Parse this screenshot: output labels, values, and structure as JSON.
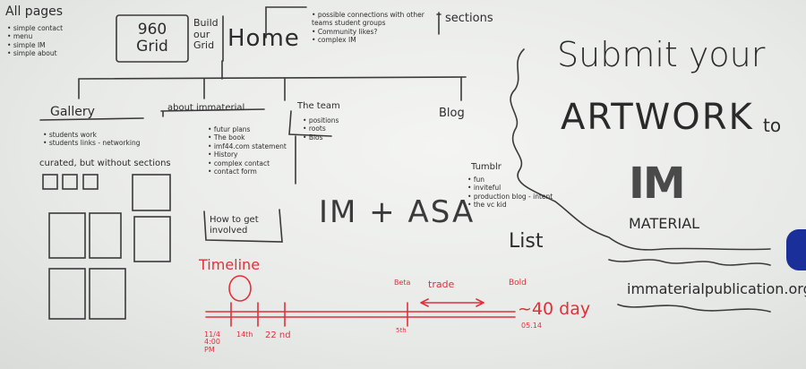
{
  "all_pages": {
    "title": "All pages",
    "items": [
      "simple contact",
      "menu",
      "simple IM",
      "simple about"
    ]
  },
  "grid_960": "960 Grid",
  "build_grid": "Build our Grid",
  "home": "Home",
  "home_notes": {
    "items": [
      "possible connections with other teams student groups",
      "Community likes?",
      "complex IM"
    ],
    "sections_label": "sections"
  },
  "gallery": {
    "title": "Gallery",
    "items": [
      "students work",
      "students links - networking"
    ],
    "curated": "curated, but without sections"
  },
  "about": {
    "title": "about immaterial",
    "items": [
      "futur plans",
      "The book",
      "imf44.com statement",
      "History",
      "complex contact",
      "contact form"
    ],
    "involved": "How to get involved"
  },
  "team": {
    "title": "The team",
    "items": [
      "positions",
      "roots",
      "Bios"
    ]
  },
  "blog": {
    "title": "Blog",
    "tumblr_title": "Tumblr",
    "tumblr_items": [
      "fun",
      "inviteful",
      "production blog - intent",
      "the vc kid"
    ],
    "list": "List"
  },
  "im_asa": "IM + ASA",
  "timeline": {
    "title": "Timeline",
    "day_label": "~40 day",
    "day_sub": "05.14",
    "bold": "Bold",
    "trade": "trade",
    "beta": "Beta",
    "marks": [
      "11/4 4:00 PM",
      "14th",
      "22 nd",
      "5th"
    ]
  },
  "submit": {
    "line1": "Submit your",
    "line2": "ARTWORK",
    "to": "to",
    "logo": "IM",
    "material": "MATERIAL",
    "url": "immaterialpublication.org"
  }
}
